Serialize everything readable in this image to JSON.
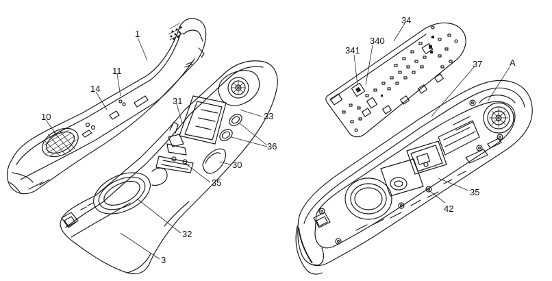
{
  "diagram": {
    "left_labels": {
      "l1": "1",
      "l11": "11",
      "l14": "14",
      "l10": "10",
      "l31": "31",
      "l33": "33",
      "l36": "36",
      "l30": "30",
      "l35": "35",
      "l32": "32",
      "l3": "3"
    },
    "right_labels": {
      "l34": "34",
      "l340": "340",
      "l341": "341",
      "l37": "37",
      "lA": "A",
      "l35": "35",
      "l42": "42"
    }
  }
}
